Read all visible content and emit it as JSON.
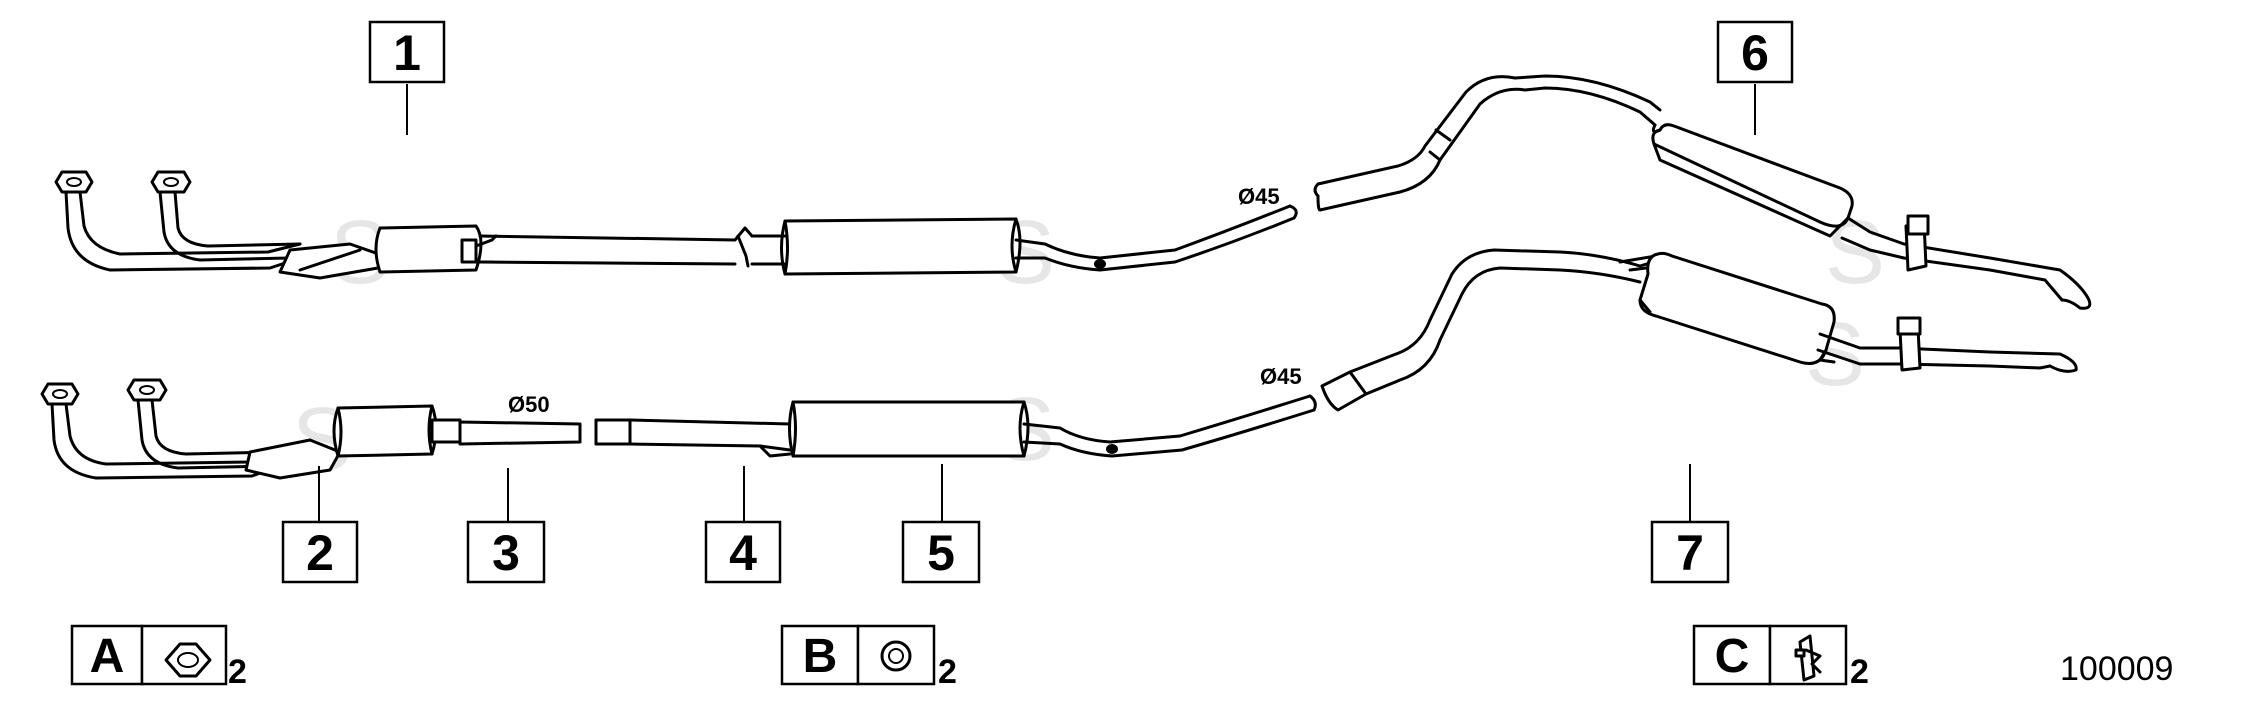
{
  "callouts": {
    "c1": "1",
    "c2": "2",
    "c3": "3",
    "c4": "4",
    "c5": "5",
    "c6": "6",
    "c7": "7"
  },
  "dimensions": {
    "upper_45": "Ø45",
    "lower_45": "Ø45",
    "lower_50": "Ø50"
  },
  "legend": [
    {
      "letter": "A",
      "icon": "flange-gasket-icon",
      "qty": "2"
    },
    {
      "letter": "B",
      "icon": "sealing-ring-icon",
      "qty": "2"
    },
    {
      "letter": "C",
      "icon": "clamp-icon",
      "qty": "2"
    }
  ],
  "diagram_id": "100009",
  "watermark": "S",
  "colors": {
    "line": "#000000",
    "watermark": "#e6e6e6",
    "background": "#ffffff"
  }
}
